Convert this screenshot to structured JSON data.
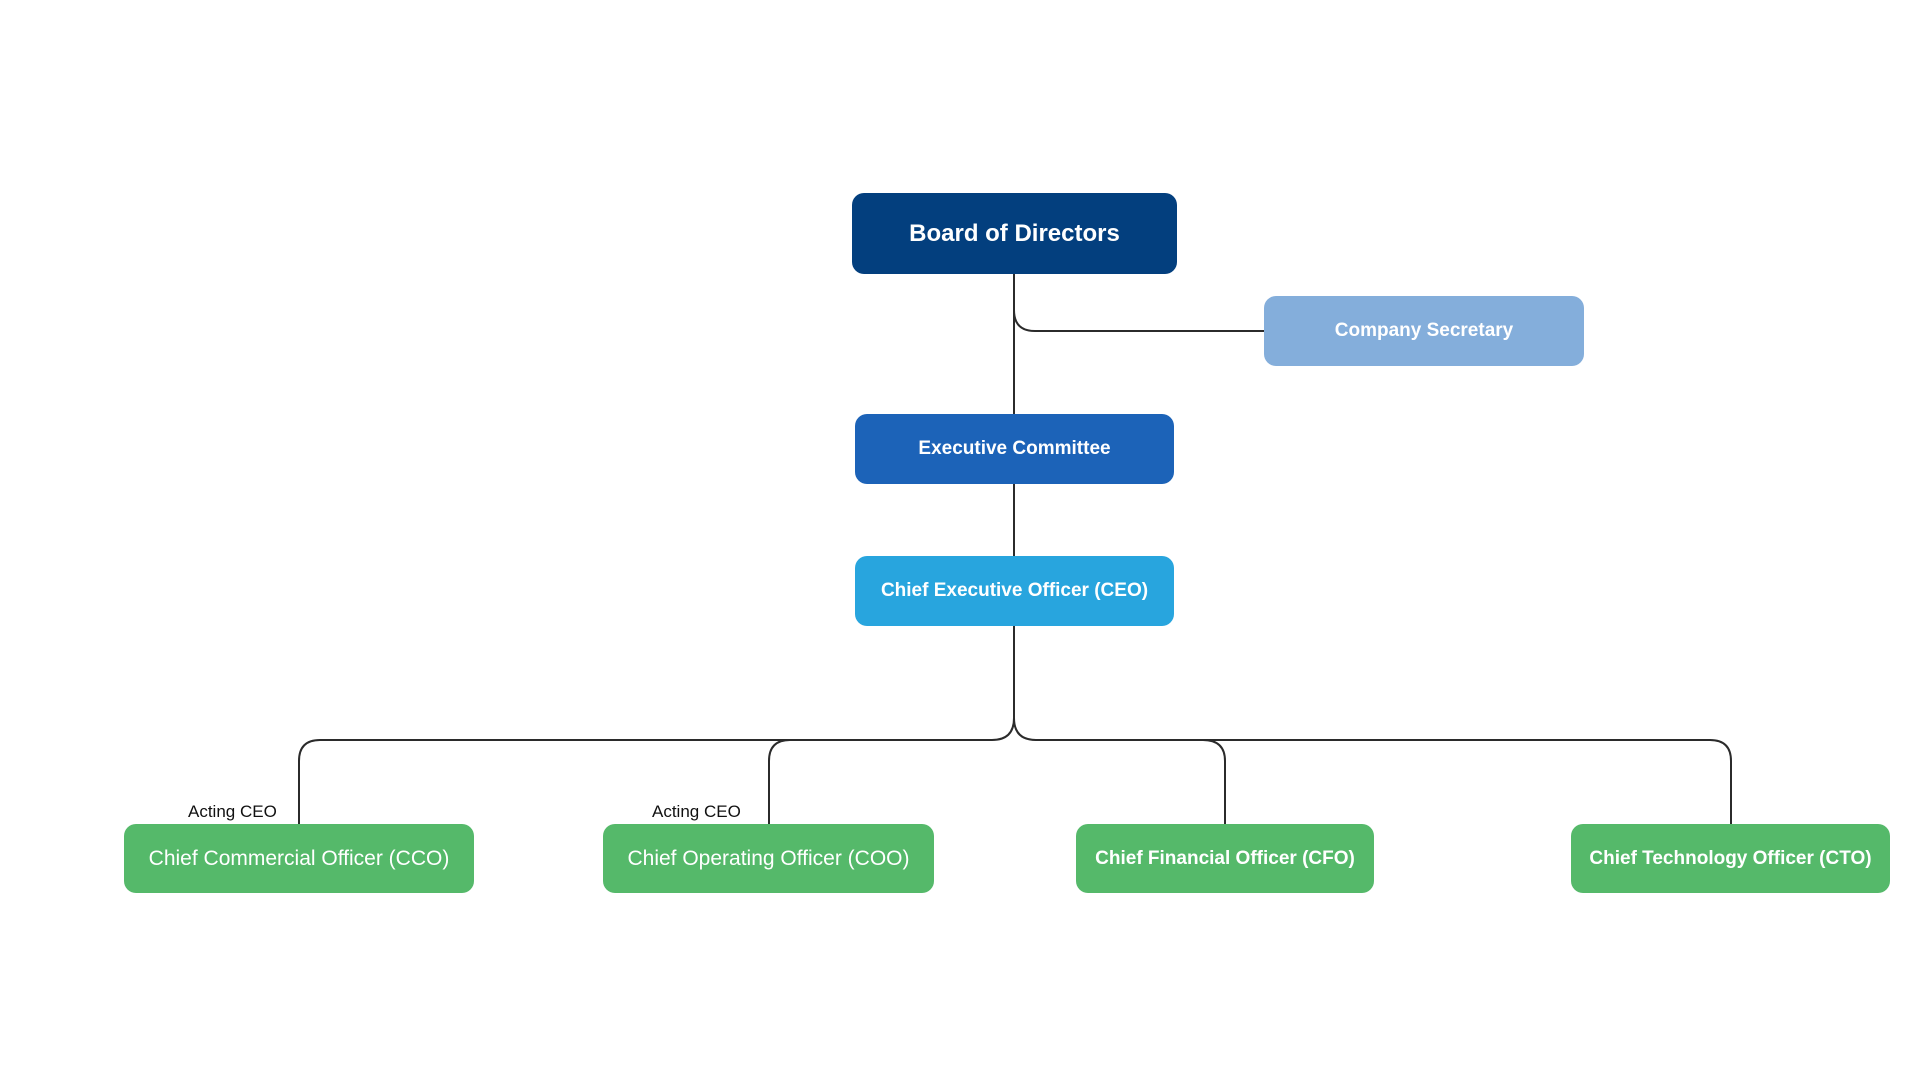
{
  "colors": {
    "board": "#033f7e",
    "company_secretary": "#84aedb",
    "executive_committee": "#1c63b8",
    "ceo": "#28a5de",
    "officers": "#55b96a",
    "connector": "#2b2b2b"
  },
  "nodes": {
    "board": "Board of Directors",
    "company_secretary": "Company Secretary",
    "executive_committee": "Executive Committee",
    "ceo": "Chief Executive Officer (CEO)",
    "cco": "Chief Commercial Officer (CCO)",
    "coo": "Chief Operating Officer (COO)",
    "cfo": "Chief Financial Officer (CFO)",
    "cto": "Chief Technology Officer (CTO)"
  },
  "labels": {
    "cco_role": "Acting CEO",
    "coo_role": "Acting CEO"
  }
}
